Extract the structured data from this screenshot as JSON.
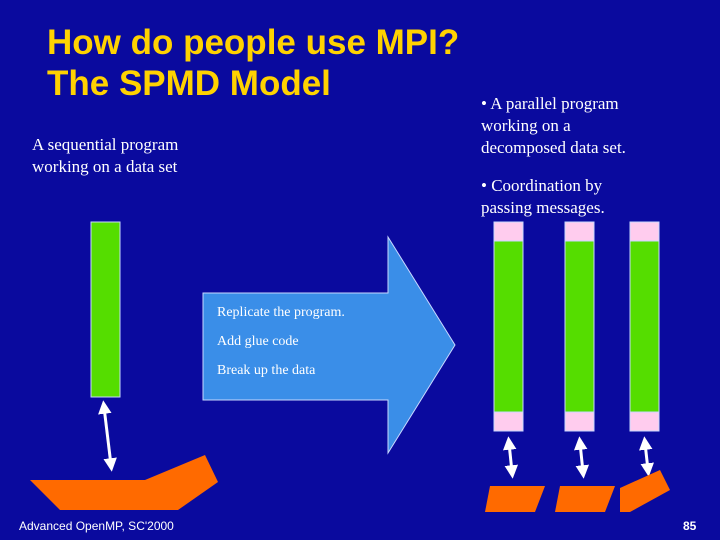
{
  "slide": {
    "title_line1": "How do people use MPI?",
    "title_line2": "The SPMD Model",
    "sequential": {
      "line1": "A sequential program",
      "line2": "working on a data set"
    },
    "parallel": {
      "bullet1_line1": "• A parallel program",
      "bullet1_line2": "working on a",
      "bullet1_line3": "decomposed data set.",
      "bullet2_line1": "• Coordination by",
      "bullet2_line2": "passing messages."
    },
    "arrow_steps": [
      "Replicate the program.",
      "Add glue code",
      "Break up the data"
    ],
    "footer_left": "Advanced OpenMP, SC'2000",
    "page_number": "85"
  },
  "colors": {
    "background": "#0a0a9e",
    "title": "#ffd200",
    "program_bar": "#55dd00",
    "glue_cap": "#ffccee",
    "data_shape": "#ff6a00",
    "arrow": "#3a8ee8"
  },
  "icons": [
    "double-arrow-icon"
  ]
}
